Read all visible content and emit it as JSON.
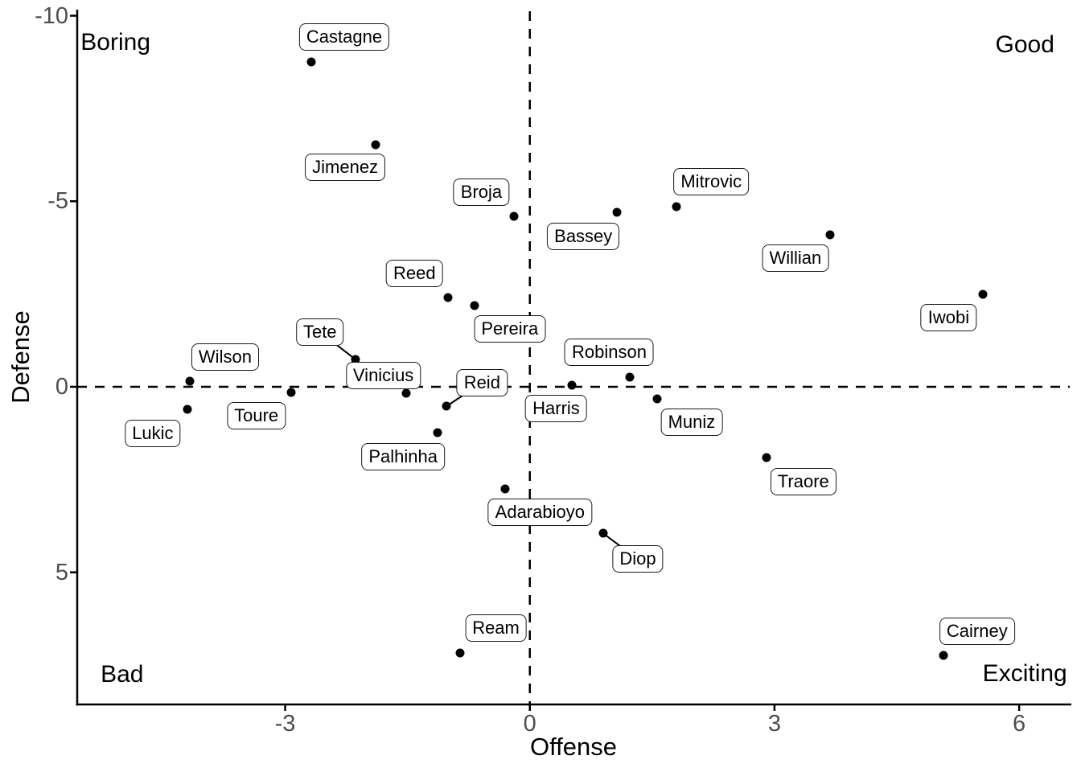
{
  "chart_data": {
    "type": "scatter",
    "title": "",
    "xlabel": "Offense",
    "ylabel": "Defense",
    "x_ticks": [
      -3,
      0,
      3,
      6
    ],
    "y_ticks": [
      -10,
      -5,
      0,
      5
    ],
    "x_range": [
      -5.55,
      6.64
    ],
    "y_range": [
      -10.12,
      8.56
    ],
    "y_axis_note": "y increases downward (reversed defensive scale)",
    "grid": "off",
    "legend": "none",
    "reference_lines": [
      {
        "axis": "vertical",
        "value": 0,
        "style": "dashed"
      },
      {
        "axis": "horizontal",
        "value": 0,
        "style": "dashed"
      }
    ],
    "quadrant_labels": [
      {
        "text": "Boring",
        "x": -5.08,
        "y": -9.28
      },
      {
        "text": "Good",
        "x": 6.07,
        "y": -9.21
      },
      {
        "text": "Bad",
        "x": -5.0,
        "y": 7.75
      },
      {
        "text": "Exciting",
        "x": 6.07,
        "y": 7.74
      }
    ],
    "series": [
      {
        "name": "players",
        "points": [
          {
            "label": "Castagne",
            "x": -2.68,
            "y": -8.75,
            "label_dx": 41,
            "label_dy": -31,
            "leader": false
          },
          {
            "label": "Jimenez",
            "x": -1.89,
            "y": -6.52,
            "label_dx": -38,
            "label_dy": 28,
            "leader": false
          },
          {
            "label": "Broja",
            "x": -0.19,
            "y": -4.59,
            "label_dx": -41,
            "label_dy": -30,
            "leader": false
          },
          {
            "label": "Bassey",
            "x": 1.07,
            "y": -4.71,
            "label_dx": -42,
            "label_dy": 30,
            "leader": false
          },
          {
            "label": "Mitrovic",
            "x": 1.8,
            "y": -4.86,
            "label_dx": 43,
            "label_dy": -31,
            "leader": false
          },
          {
            "label": "Willian",
            "x": 3.68,
            "y": -4.09,
            "label_dx": -43,
            "label_dy": 29,
            "leader": false
          },
          {
            "label": "Iwobi",
            "x": 5.56,
            "y": -2.5,
            "label_dx": -43,
            "label_dy": 29,
            "leader": false
          },
          {
            "label": "Reed",
            "x": -1.0,
            "y": -2.41,
            "label_dx": -42,
            "label_dy": -30,
            "leader": false
          },
          {
            "label": "Pereira",
            "x": -0.68,
            "y": -2.19,
            "label_dx": 44,
            "label_dy": 29,
            "leader": false
          },
          {
            "label": "Tete",
            "x": -2.14,
            "y": -0.74,
            "label_dx": -44,
            "label_dy": -34,
            "leader": true
          },
          {
            "label": "Vinicius",
            "x": -1.52,
            "y": 0.18,
            "label_dx": -28,
            "label_dy": -22,
            "leader": false
          },
          {
            "label": "Wilson",
            "x": -4.17,
            "y": -0.15,
            "label_dx": 44,
            "label_dy": -30,
            "leader": false
          },
          {
            "label": "Toure",
            "x": -2.93,
            "y": 0.15,
            "label_dx": -43,
            "label_dy": 29,
            "leader": false
          },
          {
            "label": "Lukic",
            "x": -4.2,
            "y": 0.61,
            "label_dx": -43,
            "label_dy": 30,
            "leader": false
          },
          {
            "label": "Reid",
            "x": -1.02,
            "y": 0.52,
            "label_dx": 44,
            "label_dy": -29,
            "leader": true
          },
          {
            "label": "Harris",
            "x": 0.52,
            "y": -0.04,
            "label_dx": -20,
            "label_dy": 29,
            "leader": false
          },
          {
            "label": "Robinson",
            "x": 1.23,
            "y": -0.26,
            "label_dx": -26,
            "label_dy": -31,
            "leader": false
          },
          {
            "label": "Muniz",
            "x": 1.56,
            "y": 0.33,
            "label_dx": 43,
            "label_dy": 29,
            "leader": false
          },
          {
            "label": "Traore",
            "x": 2.9,
            "y": 1.91,
            "label_dx": 46,
            "label_dy": 30,
            "leader": false
          },
          {
            "label": "Palhinha",
            "x": -1.13,
            "y": 1.24,
            "label_dx": -43,
            "label_dy": 30,
            "leader": false
          },
          {
            "label": "Adarabioyo",
            "x": -0.3,
            "y": 2.75,
            "label_dx": 43,
            "label_dy": 29,
            "leader": false
          },
          {
            "label": "Diop",
            "x": 0.9,
            "y": 3.95,
            "label_dx": 43,
            "label_dy": 32,
            "leader": true
          },
          {
            "label": "Ream",
            "x": -0.86,
            "y": 7.17,
            "label_dx": 45,
            "label_dy": -31,
            "leader": false
          },
          {
            "label": "Cairney",
            "x": 5.07,
            "y": 7.24,
            "label_dx": 42,
            "label_dy": -30,
            "leader": false
          }
        ]
      }
    ]
  },
  "colors": {
    "point": "#000000",
    "label_text": "#000000",
    "label_border": "#1a1a1a",
    "label_bg": "#ffffff",
    "axis_line": "#000000",
    "tick_text": "#4d4d4d",
    "reference_line": "#000000",
    "background": "#ffffff"
  }
}
